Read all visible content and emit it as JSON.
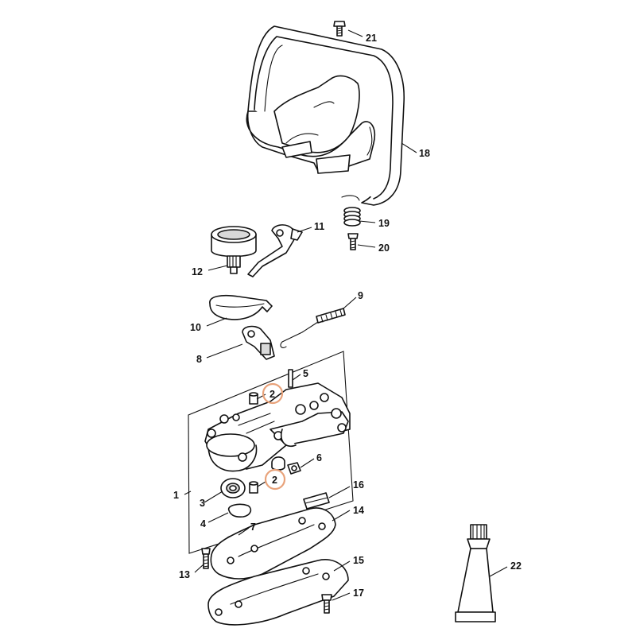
{
  "colors": {
    "highlight": "#e8a27a",
    "line": "#111111",
    "shade": "#d9d9d9"
  },
  "callouts": {
    "c1": "1",
    "c2a": "2",
    "c2b": "2",
    "c3": "3",
    "c4": "4",
    "c5": "5",
    "c6": "6",
    "c7": "7",
    "c8": "8",
    "c9": "9",
    "c10": "10",
    "c11": "11",
    "c12": "12",
    "c13": "13",
    "c14": "14",
    "c15": "15",
    "c16": "16",
    "c17": "17",
    "c18": "18",
    "c19": "19",
    "c20": "20",
    "c21": "21",
    "c22": "22"
  },
  "highlighted_parts": [
    "2"
  ]
}
